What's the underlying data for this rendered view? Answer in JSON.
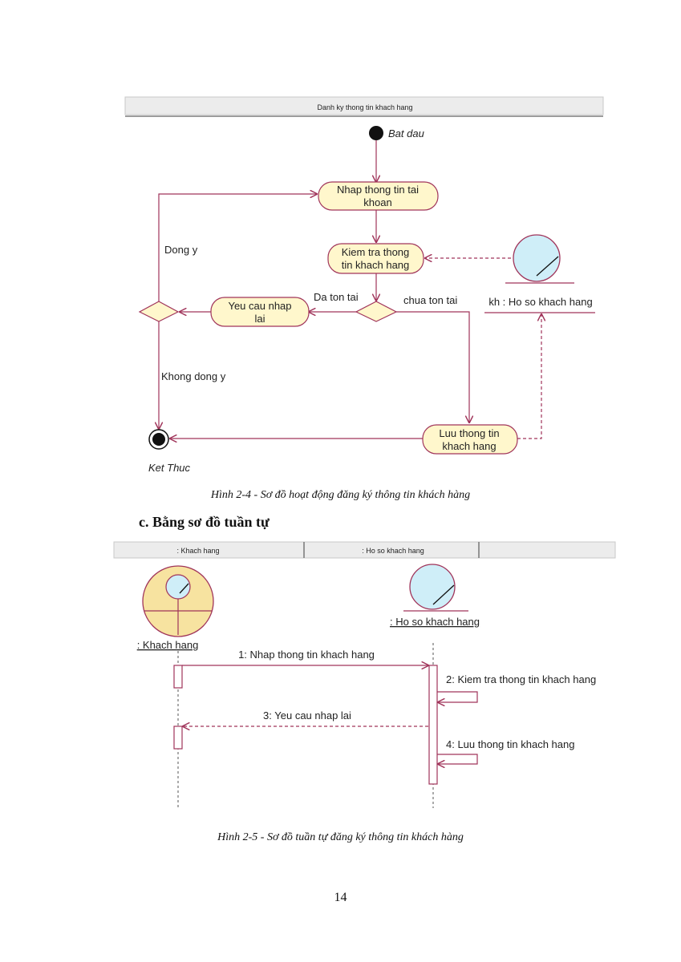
{
  "activity": {
    "swimlane_title": "Danh ky thong tin khach hang",
    "start_label": "Bat dau",
    "end_label": "Ket Thuc",
    "act_input": [
      "Nhap thong tin tai",
      "khoan"
    ],
    "act_check": [
      "Kiem tra thong",
      "tin khach hang"
    ],
    "act_retry": [
      "Yeu cau nhap",
      "lai"
    ],
    "act_save": [
      "Luu thong tin",
      "khach hang"
    ],
    "guard_agree": "Dong y",
    "guard_disagree": "Khong dong y",
    "guard_exists": "Da ton tai",
    "guard_not_exists": "chua ton tai",
    "object_label": "kh : Ho so khach hang"
  },
  "caption1": "Hình 2-4 - Sơ đồ hoạt động đăng ký thông tin khách hàng",
  "section_heading": "c. Bằng sơ đồ tuần tự",
  "sequence": {
    "lane1": ": Khach hang",
    "lane2": ": Ho so khach hang",
    "actor_label": ": Khach hang",
    "entity_label": ": Ho so khach hang",
    "msg1": "1: Nhap thong tin khach hang",
    "msg2": "2: Kiem tra thong tin khach hang",
    "msg3": "3: Yeu cau nhap lai",
    "msg4": "4: Luu thong tin khach hang"
  },
  "caption2": "Hình 2-5 - Sơ đồ tuần tự đăng ký thông tin khách hàng",
  "page_number": "14",
  "colors": {
    "line": "#a0345a",
    "fill": "#fff7cc",
    "entity": "#cfeef8",
    "actor": "#f7e3a0"
  }
}
